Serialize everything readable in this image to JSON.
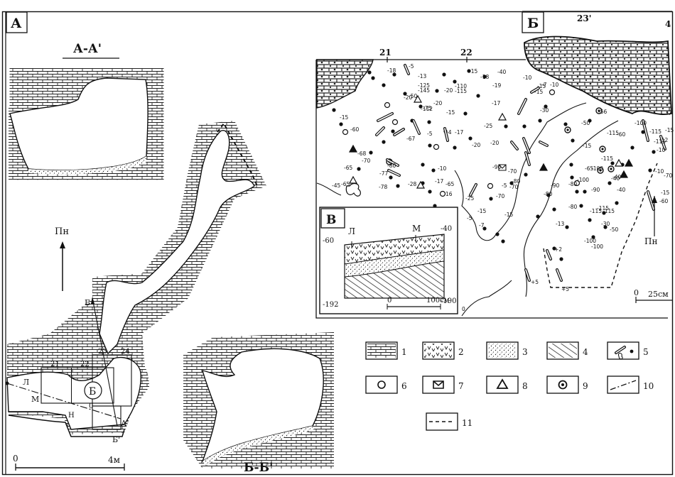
{
  "panels": {
    "a": "А",
    "b": "Б",
    "v": "В"
  },
  "sections": {
    "aa": "А-А'",
    "bb": "Б-Б'"
  },
  "north_label": "Пн",
  "plan_labels": {
    "b_circle": "Б",
    "l": "Л",
    "m": "М",
    "zero": "0",
    "h": "Н",
    "b_top": "Б",
    "a_prime": "А'",
    "b_prime": "Б'",
    "sq21": "21",
    "sq22": "22",
    "sq23": "23",
    "sq24": "24"
  },
  "scale_a": {
    "start": "0",
    "end": "4м"
  },
  "grid_b": {
    "col21": "21",
    "col22": "22",
    "col23": "23'",
    "col4": "4"
  },
  "scale_b": {
    "start": "0",
    "end": "25см"
  },
  "north_b": "Пн",
  "inset": {
    "l": "Л",
    "m": "М",
    "d_m60": "-60",
    "d_m40": "-40",
    "d_m192": "-192",
    "d_m190": "-190",
    "scale_start": "0",
    "scale_end": "100см"
  },
  "depths": [
    {
      "t": "-18"
    },
    {
      "t": "-5"
    },
    {
      "t": "-13"
    },
    {
      "t": "-125"
    },
    {
      "t": "-145"
    },
    {
      "t": "-15"
    },
    {
      "t": "-18"
    },
    {
      "t": "-40"
    },
    {
      "t": "-110"
    },
    {
      "t": "-115"
    },
    {
      "t": "-19"
    },
    {
      "t": "-20"
    },
    {
      "t": "-17"
    },
    {
      "t": "-50"
    },
    {
      "t": "-20"
    },
    {
      "t": "-112"
    },
    {
      "t": "-15"
    },
    {
      "t": "-75"
    },
    {
      "t": "-20"
    },
    {
      "t": "-10"
    },
    {
      "t": "-15"
    },
    {
      "t": "-7"
    },
    {
      "t": "-15"
    },
    {
      "t": "-30"
    },
    {
      "t": "-15"
    },
    {
      "t": "-60"
    },
    {
      "t": "-67"
    },
    {
      "t": "-5"
    },
    {
      "t": "-4"
    },
    {
      "t": "-17"
    },
    {
      "t": "-25"
    },
    {
      "t": "-20"
    },
    {
      "t": "-20"
    },
    {
      "t": "-68"
    },
    {
      "t": "-70"
    },
    {
      "t": "-80"
    },
    {
      "t": "-10"
    },
    {
      "t": "-65"
    },
    {
      "t": "-77"
    },
    {
      "t": "-78"
    },
    {
      "t": "-65"
    },
    {
      "t": "-65"
    },
    {
      "t": "-17"
    },
    {
      "t": "-70"
    },
    {
      "t": "-80"
    },
    {
      "t": "-70"
    },
    {
      "t": "-90"
    },
    {
      "t": "-90"
    },
    {
      "t": "-80"
    },
    {
      "t": "-45"
    },
    {
      "t": "-28"
    },
    {
      "t": "16"
    },
    {
      "t": "-25"
    },
    {
      "t": "-70"
    },
    {
      "t": "-15"
    },
    {
      "t": "-5"
    },
    {
      "t": "-7"
    },
    {
      "t": "-10"
    },
    {
      "t": "-56"
    },
    {
      "t": "-50"
    },
    {
      "t": "-115"
    },
    {
      "t": "-60"
    },
    {
      "t": "-15"
    },
    {
      "t": "-65"
    },
    {
      "t": "-100"
    },
    {
      "t": "-100"
    },
    {
      "t": "-115"
    },
    {
      "t": "-40"
    },
    {
      "t": "-80"
    },
    {
      "t": "-90"
    },
    {
      "t": "-40"
    },
    {
      "t": "-40"
    },
    {
      "t": "-115"
    },
    {
      "t": "-80"
    },
    {
      "t": "-115"
    },
    {
      "t": "-115"
    },
    {
      "t": "-30"
    },
    {
      "t": "-50"
    },
    {
      "t": "-100"
    },
    {
      "t": "-100"
    },
    {
      "t": "-13"
    },
    {
      "t": "+2"
    },
    {
      "t": "+5"
    },
    {
      "t": "+5"
    },
    {
      "t": "-100"
    },
    {
      "t": "-115"
    },
    {
      "t": "-115"
    },
    {
      "t": "-12"
    },
    {
      "t": "-10"
    },
    {
      "t": "-10"
    },
    {
      "t": "-60"
    },
    {
      "t": "-7"
    },
    {
      "t": "-15"
    },
    {
      "t": "-70"
    },
    {
      "t": "-15"
    },
    {
      "t": "-5"
    },
    {
      "t": "-15"
    },
    {
      "t": "0"
    }
  ],
  "legend": [
    {
      "n": "1",
      "kind": "brick"
    },
    {
      "n": "2",
      "kind": "ticks"
    },
    {
      "n": "3",
      "kind": "dots"
    },
    {
      "n": "4",
      "kind": "hatch"
    },
    {
      "n": "5",
      "kind": "bones"
    },
    {
      "n": "6",
      "kind": "ring"
    },
    {
      "n": "7",
      "kind": "m-sign"
    },
    {
      "n": "8",
      "kind": "triangle"
    },
    {
      "n": "9",
      "kind": "bullseye"
    },
    {
      "n": "10",
      "kind": "dash-dot"
    },
    {
      "n": "11",
      "kind": "dashed"
    }
  ]
}
